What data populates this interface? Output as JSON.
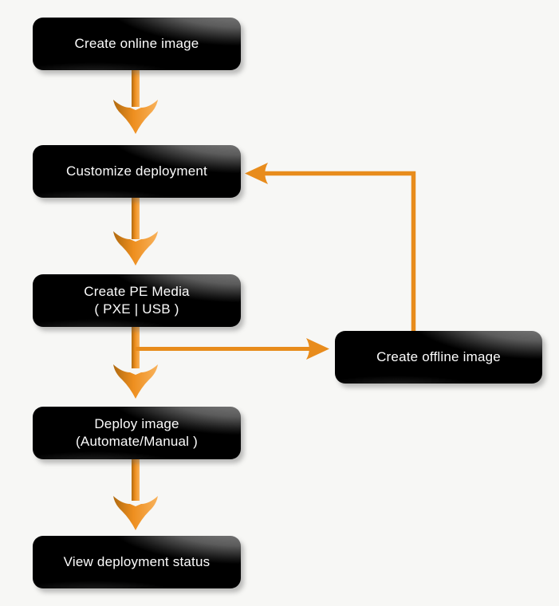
{
  "page": {
    "background_color": "#f7f7f5"
  },
  "flowchart": {
    "accent_color": "#e88c1c",
    "node_color": "#000000",
    "node_text_color": "#fcfcfc",
    "nodes": [
      {
        "id": "create-online-image",
        "label": "Create online image",
        "label2": ""
      },
      {
        "id": "customize-deployment",
        "label": "Customize deployment",
        "label2": ""
      },
      {
        "id": "create-pe-media",
        "label": "Create PE Media",
        "label2": "( PXE | USB )"
      },
      {
        "id": "create-offline-image",
        "label": "Create offline image",
        "label2": ""
      },
      {
        "id": "deploy-image",
        "label": "Deploy image",
        "label2": "(Automate/Manual )"
      },
      {
        "id": "view-deployment-status",
        "label": "View deployment status",
        "label2": ""
      }
    ],
    "edges": [
      {
        "from": "create-online-image",
        "to": "customize-deployment"
      },
      {
        "from": "customize-deployment",
        "to": "create-pe-media"
      },
      {
        "from": "create-pe-media",
        "to": "deploy-image"
      },
      {
        "from": "create-pe-media",
        "to": "create-offline-image"
      },
      {
        "from": "create-offline-image",
        "to": "customize-deployment"
      },
      {
        "from": "deploy-image",
        "to": "view-deployment-status"
      }
    ]
  }
}
